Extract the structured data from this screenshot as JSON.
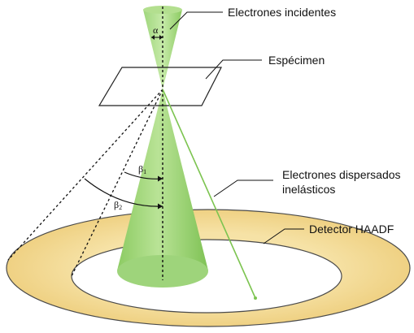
{
  "labels": {
    "incident": "Electrones incidentes",
    "specimen": "Espécimen",
    "scattered_line1": "Electrones dispersados",
    "scattered_line2": "inelásticos",
    "detector": "Detector HAADF"
  },
  "symbols": {
    "alpha": "α",
    "beta": "β",
    "beta1_sub": "1",
    "beta2_sub": "2"
  },
  "colors": {
    "beam": "#8fce6e",
    "beam_edge": "#6fb84c",
    "detector_fill": "#f3d98e",
    "detector_stroke": "#4a4a4a",
    "scatter_line": "#7cc450",
    "ink": "#111111"
  }
}
